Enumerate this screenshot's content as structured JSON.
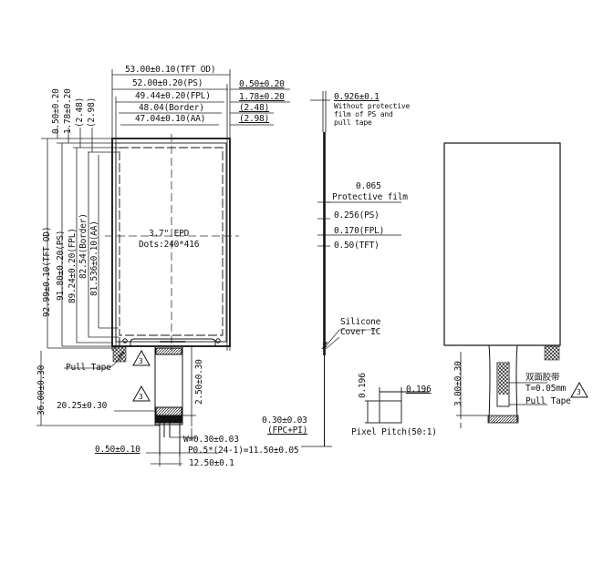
{
  "front_view": {
    "top_dims": [
      {
        "label": "53.00±0.10(TFT OD)"
      },
      {
        "label": "52.00±0.20(PS)"
      },
      {
        "label": "49.44±0.20(FPL)"
      },
      {
        "label": "48.04(Border)"
      },
      {
        "label": "47.04±0.10(AA)"
      }
    ],
    "right_top_dims": [
      {
        "label": "0.50±0.20"
      },
      {
        "label": "1.78±0.20"
      },
      {
        "label": "(2.48)"
      },
      {
        "label": "(2.98)"
      }
    ],
    "left_top_dims": [
      {
        "label": "0.50±0.20"
      },
      {
        "label": "1.78±0.20"
      },
      {
        "label": "(2.48)"
      },
      {
        "label": "(2.98)"
      }
    ],
    "left_height_dims": [
      {
        "label": "92.99±0.10(TFT OD)"
      },
      {
        "label": "91.80±0.20(PS)"
      },
      {
        "label": "89.24±0.20(FPL)"
      },
      {
        "label": "82.54(Border)"
      },
      {
        "label": "81.536±0.10(AA)"
      }
    ],
    "center_label_1": "3.7\" EPD",
    "center_label_2": "Dots:240*416",
    "pull_tape": "Pull Tape",
    "note_mark": "3",
    "total_height": "36.00±0.30",
    "fpc_offset": "20.25±0.30",
    "fpc_stiffener": "2.50±0.30",
    "pin_width": "W=0.30±0.03",
    "pin_pitch": "P0.5*(24-1)=11.50±0.05",
    "edge_margin": "0.50±0.10",
    "fpc_width": "12.50±0.1"
  },
  "side_view": {
    "total_thickness": "0.926±0.1",
    "note_line1": "Without protective",
    "note_line2": "film of PS and",
    "note_line3": "pull tape",
    "protective_value": "0.065",
    "protective_label": "Protective film",
    "ps": "0.256(PS)",
    "fpl": "0.170(FPL)",
    "tft": "0.50(TFT)",
    "silicone_1": "Silicone",
    "silicone_2": "Cover IC",
    "fpc_thickness": "0.30±0.03",
    "fpc_label": "(FPC+PI)"
  },
  "pixel_pitch": {
    "height": "0.196",
    "width": "0.196",
    "caption": "Pixel Pitch(50:1)"
  },
  "back_view": {
    "fpc_height": "3.00±0.30",
    "tape_cn": "双面胶带",
    "tape_thickness": "T=0.05mm",
    "pull_tape": "Pull Tape",
    "note_mark": "3"
  }
}
